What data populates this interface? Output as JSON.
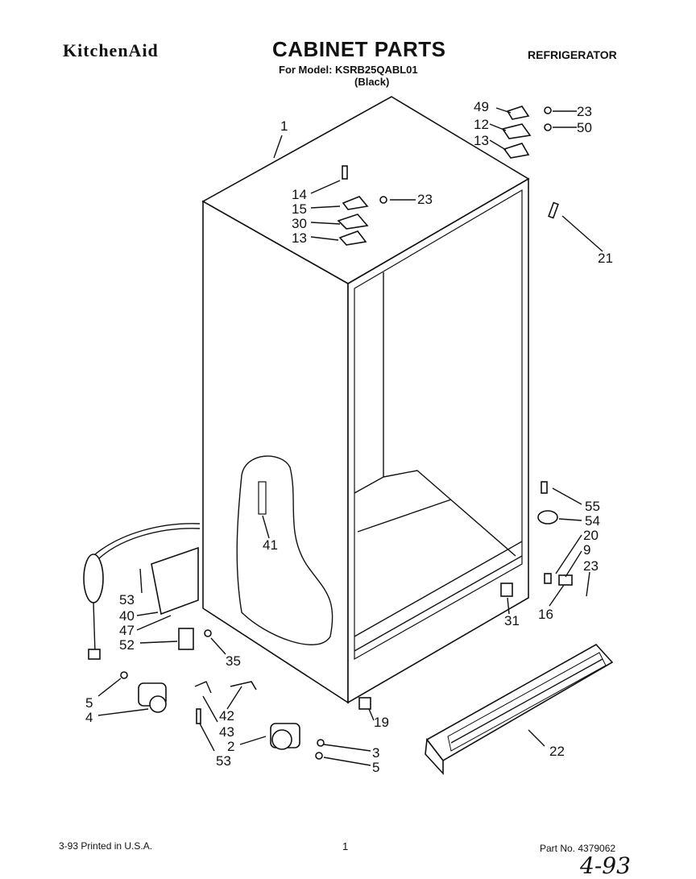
{
  "header": {
    "brand": "KitchenAid",
    "title": "CABINET PARTS",
    "model": "For Model: KSRB25QABL01",
    "variant": "(Black)",
    "category": "REFRIGERATOR"
  },
  "footer": {
    "date": "3-93 Printed in U.S.A.",
    "page": "1",
    "part_number": "Part No. 4379062",
    "handwritten": "4-93"
  },
  "callouts": [
    {
      "id": "c1",
      "text": "1"
    },
    {
      "id": "c49",
      "text": "49"
    },
    {
      "id": "c12",
      "text": "12"
    },
    {
      "id": "c13a",
      "text": "13"
    },
    {
      "id": "c23a",
      "text": "23"
    },
    {
      "id": "c50",
      "text": "50"
    },
    {
      "id": "c14",
      "text": "14"
    },
    {
      "id": "c15",
      "text": "15"
    },
    {
      "id": "c30",
      "text": "30"
    },
    {
      "id": "c13b",
      "text": "13"
    },
    {
      "id": "c23b",
      "text": "23"
    },
    {
      "id": "c21",
      "text": "21"
    },
    {
      "id": "c41",
      "text": "41"
    },
    {
      "id": "c55",
      "text": "55"
    },
    {
      "id": "c54",
      "text": "54"
    },
    {
      "id": "c20",
      "text": "20"
    },
    {
      "id": "c9",
      "text": "9"
    },
    {
      "id": "c23c",
      "text": "23"
    },
    {
      "id": "c16",
      "text": "16"
    },
    {
      "id": "c31",
      "text": "31"
    },
    {
      "id": "c53a",
      "text": "53"
    },
    {
      "id": "c40",
      "text": "40"
    },
    {
      "id": "c47",
      "text": "47"
    },
    {
      "id": "c52",
      "text": "52"
    },
    {
      "id": "c35",
      "text": "35"
    },
    {
      "id": "c5a",
      "text": "5"
    },
    {
      "id": "c4",
      "text": "4"
    },
    {
      "id": "c42",
      "text": "42"
    },
    {
      "id": "c43",
      "text": "43"
    },
    {
      "id": "c2",
      "text": "2"
    },
    {
      "id": "c53b",
      "text": "53"
    },
    {
      "id": "c3",
      "text": "3"
    },
    {
      "id": "c5b",
      "text": "5"
    },
    {
      "id": "c19",
      "text": "19"
    },
    {
      "id": "c22",
      "text": "22"
    }
  ]
}
